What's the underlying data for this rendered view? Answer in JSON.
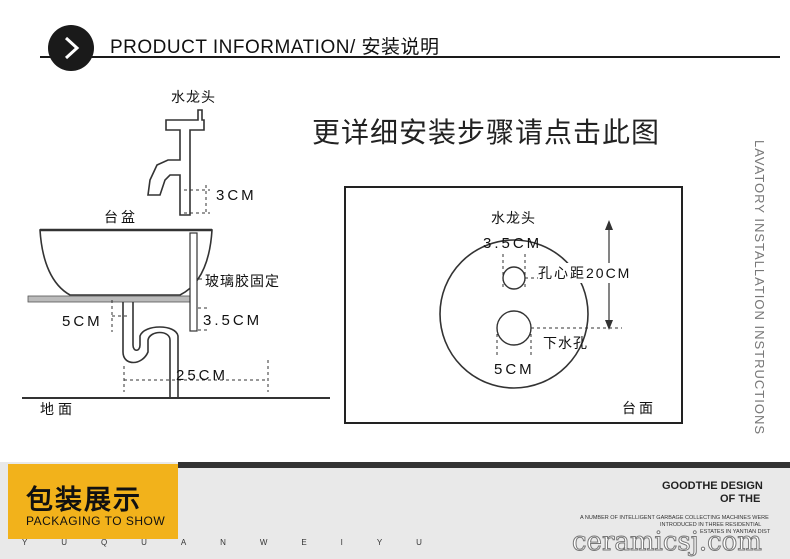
{
  "header": {
    "title": "PRODUCT  INFORMATION/ 安装说明"
  },
  "headline": "更详细安装步骤请点击此图",
  "side_caption": "LAVATORY INSTALLATION INSTRUCTIONS",
  "left_diagram": {
    "faucet": "水龙头",
    "basin": "台盆",
    "dim_3cm": "3CM",
    "glue": "玻璃胶固定",
    "dim_35cm": "3.5CM",
    "dim_5cm": "5CM",
    "dim_25cm": "25CM",
    "floor": "地面"
  },
  "right_diagram": {
    "faucet": "水龙头",
    "dim_35cm": "3.5CM",
    "hole_distance": "孔心距20CM",
    "drain_hole": "下水孔",
    "dim_5cm": "5CM",
    "counter": "台面"
  },
  "banner": {
    "title_cn": "包装展示",
    "title_en": "PACKAGING TO SHOW",
    "letters": [
      "Y",
      "U",
      "Q",
      "U",
      "A",
      "N",
      "W",
      "E",
      "I",
      "Y",
      "U"
    ],
    "slogan_line1": "GOODTHE DESIGN",
    "slogan_line2": "OF THE",
    "small_line1": "A NUMBER OF INTELLIGENT GARBAGE COLLECTING MACHINES WERE",
    "small_line2": "INTRODUCED IN THREE RESIDENTIAL",
    "small_line3": "ESTATES IN YANTIAN DIST"
  },
  "watermark": "ceramicsj.com",
  "colors": {
    "accent": "#f2b21b",
    "line": "#222222",
    "banner_bg": "#e9e9e9"
  }
}
